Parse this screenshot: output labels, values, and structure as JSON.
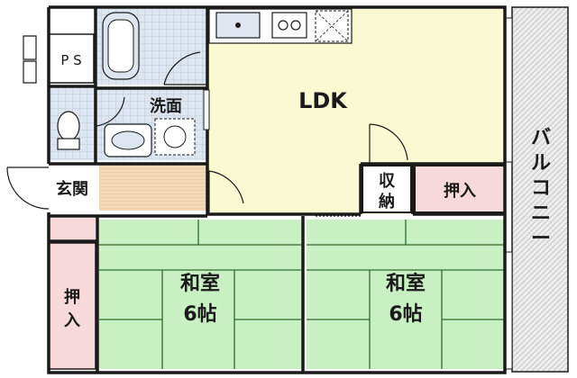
{
  "floorplan": {
    "rooms": {
      "ldk": {
        "label": "LDK",
        "color": "#fafad2"
      },
      "washroom": {
        "label": "洗面",
        "color": "#dde6f0"
      },
      "entrance": {
        "label": "玄関",
        "color": "#ffffff"
      },
      "ps": {
        "label": "P S",
        "color": "#ffffff"
      },
      "storage": {
        "label1": "収",
        "label2": "納",
        "color": "#ffffff"
      },
      "closet_upper": {
        "label": "押入",
        "color": "#f8d9d9"
      },
      "closet_left": {
        "label1": "押",
        "label2": "入",
        "color": "#f8d9d9"
      },
      "washitsu_left": {
        "label1": "和室",
        "label2": "6帖",
        "color": "#c8f0c3"
      },
      "washitsu_right": {
        "label1": "和室",
        "label2": "6帖",
        "color": "#c8f0c3"
      },
      "balcony": {
        "c1": "バ",
        "c2": "ル",
        "c3": "コ",
        "c4": "ニ",
        "c5": "ー",
        "color": "#e6e6e6"
      },
      "hall": {
        "color": "#f3d9b8"
      }
    },
    "colors": {
      "wall": "#1a1a1a",
      "tatami_line": "#2f6b2a",
      "tile_grid": "#b7c4d4"
    }
  }
}
